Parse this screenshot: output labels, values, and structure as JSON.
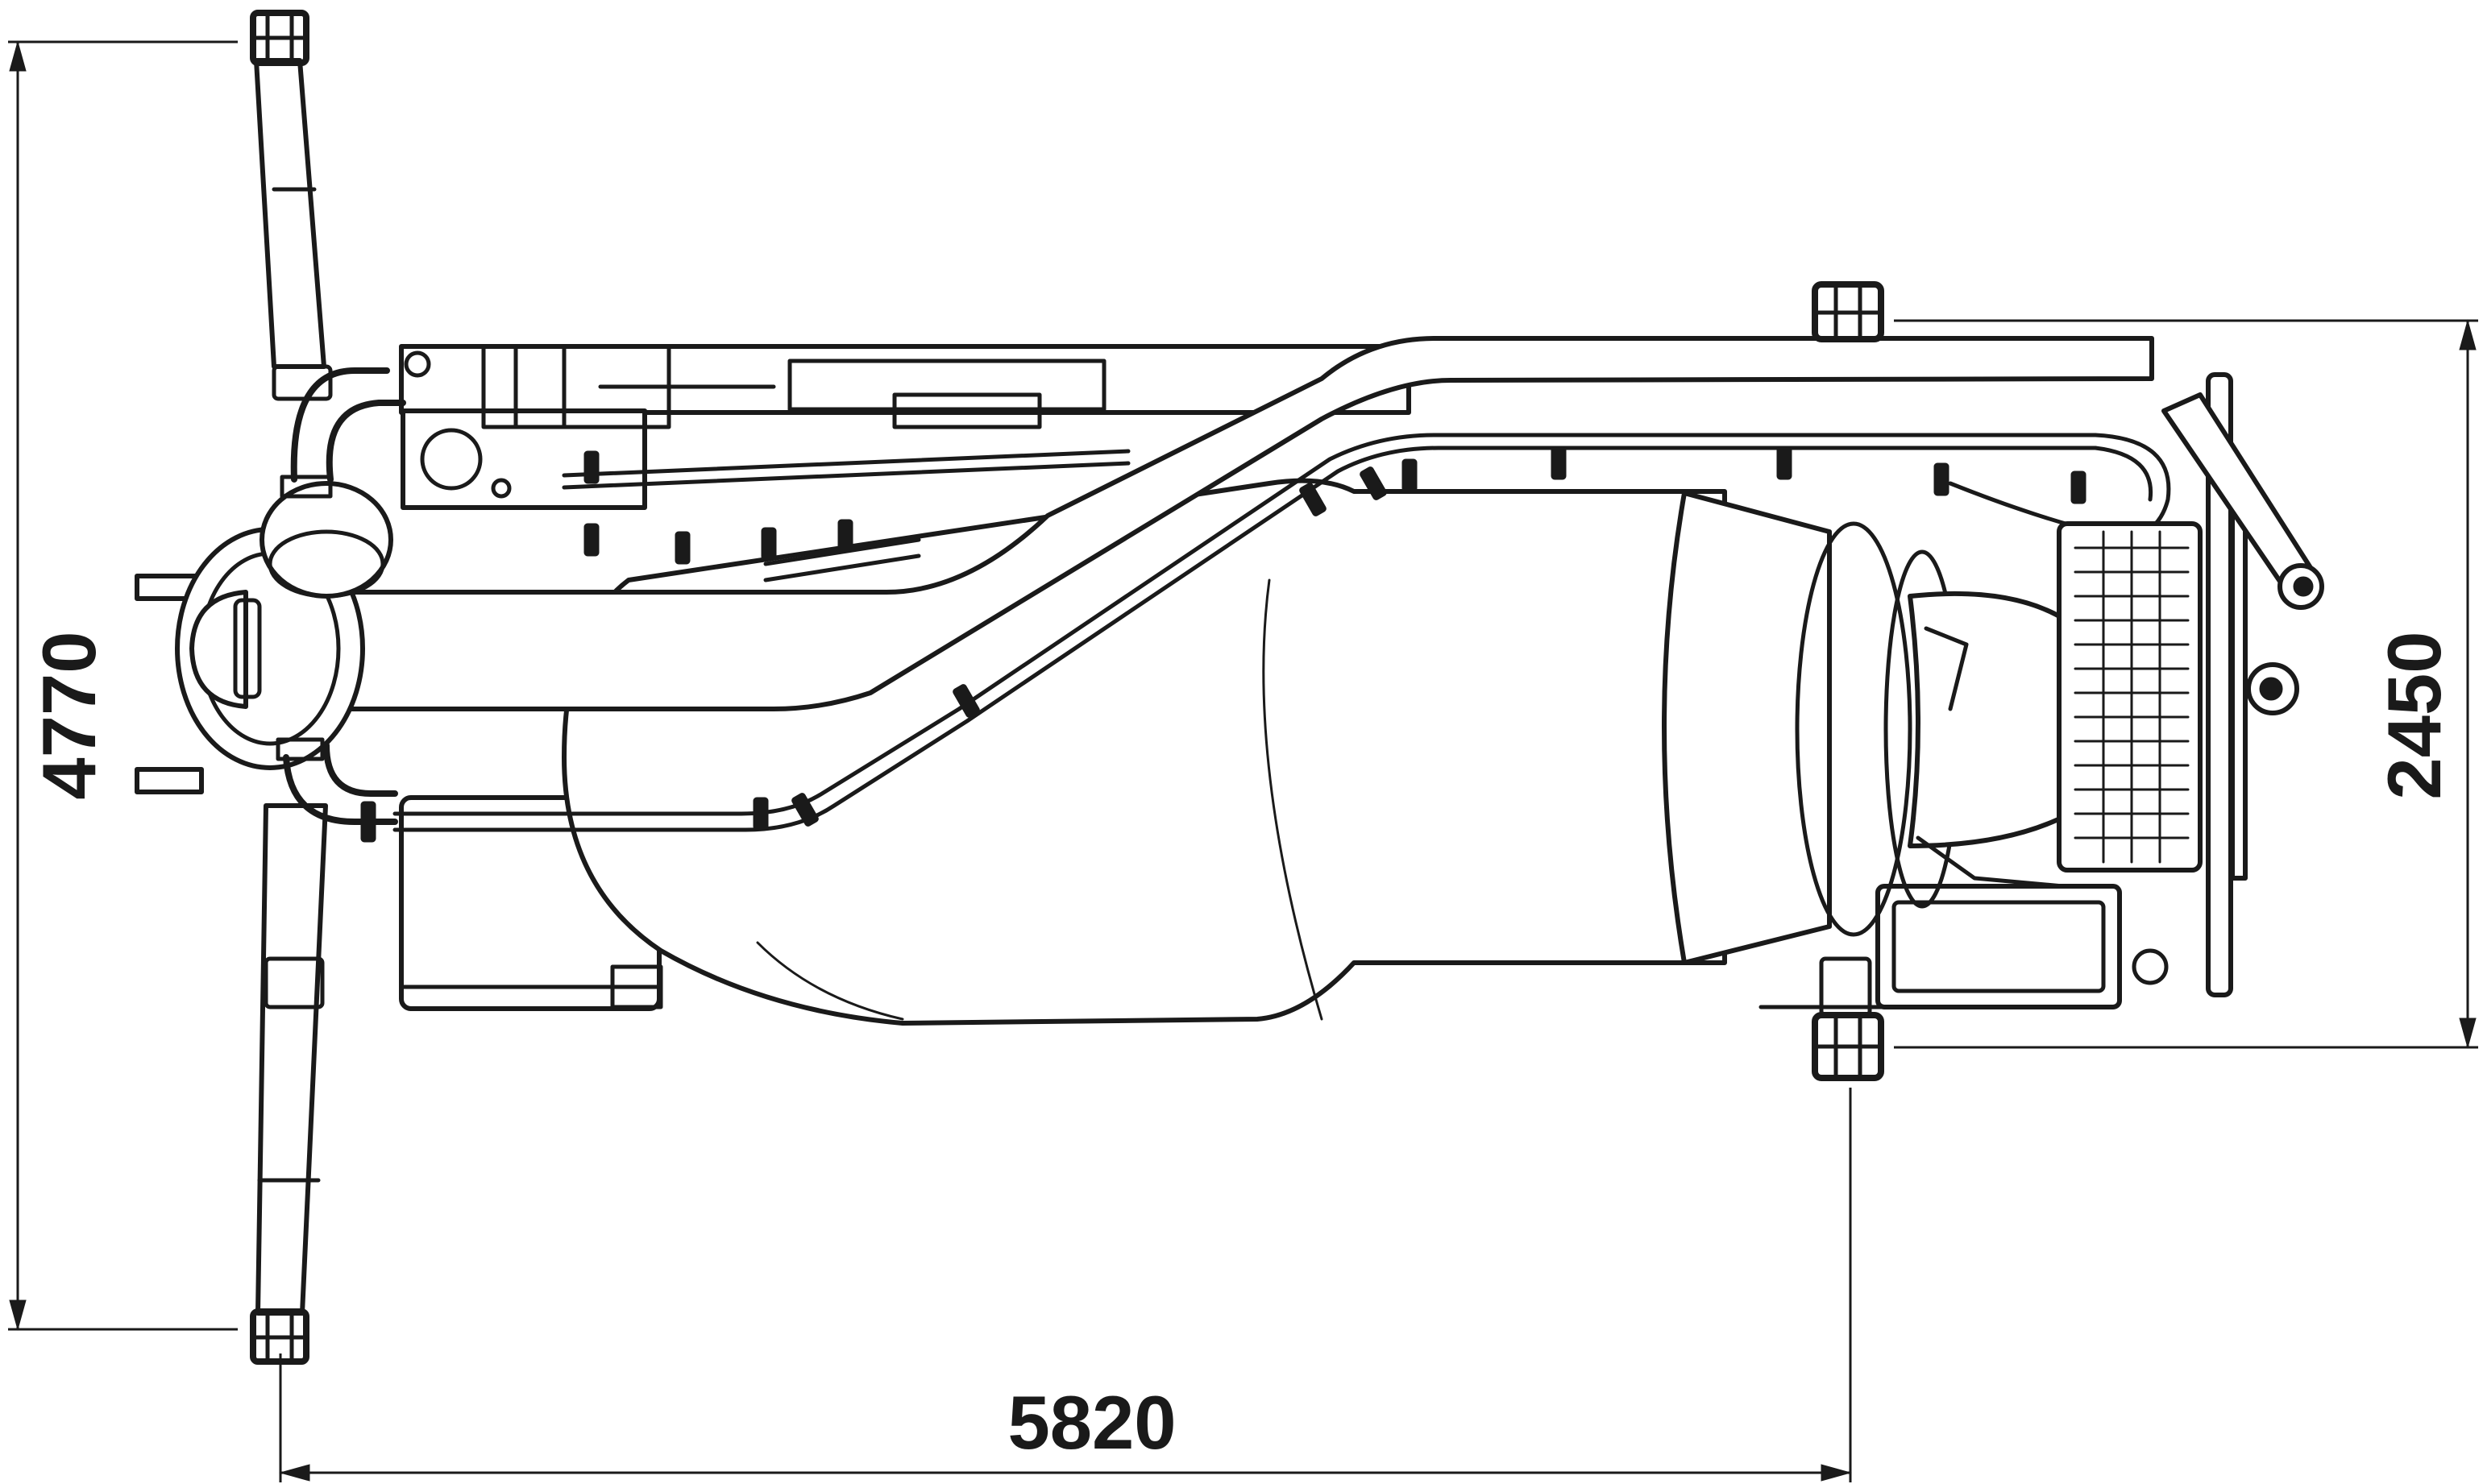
{
  "dimensions": {
    "overall_width": "4770",
    "frame_width": "2450",
    "length": "5820"
  },
  "colors": {
    "line": "#1a1a1a",
    "background": "#ffffff"
  }
}
